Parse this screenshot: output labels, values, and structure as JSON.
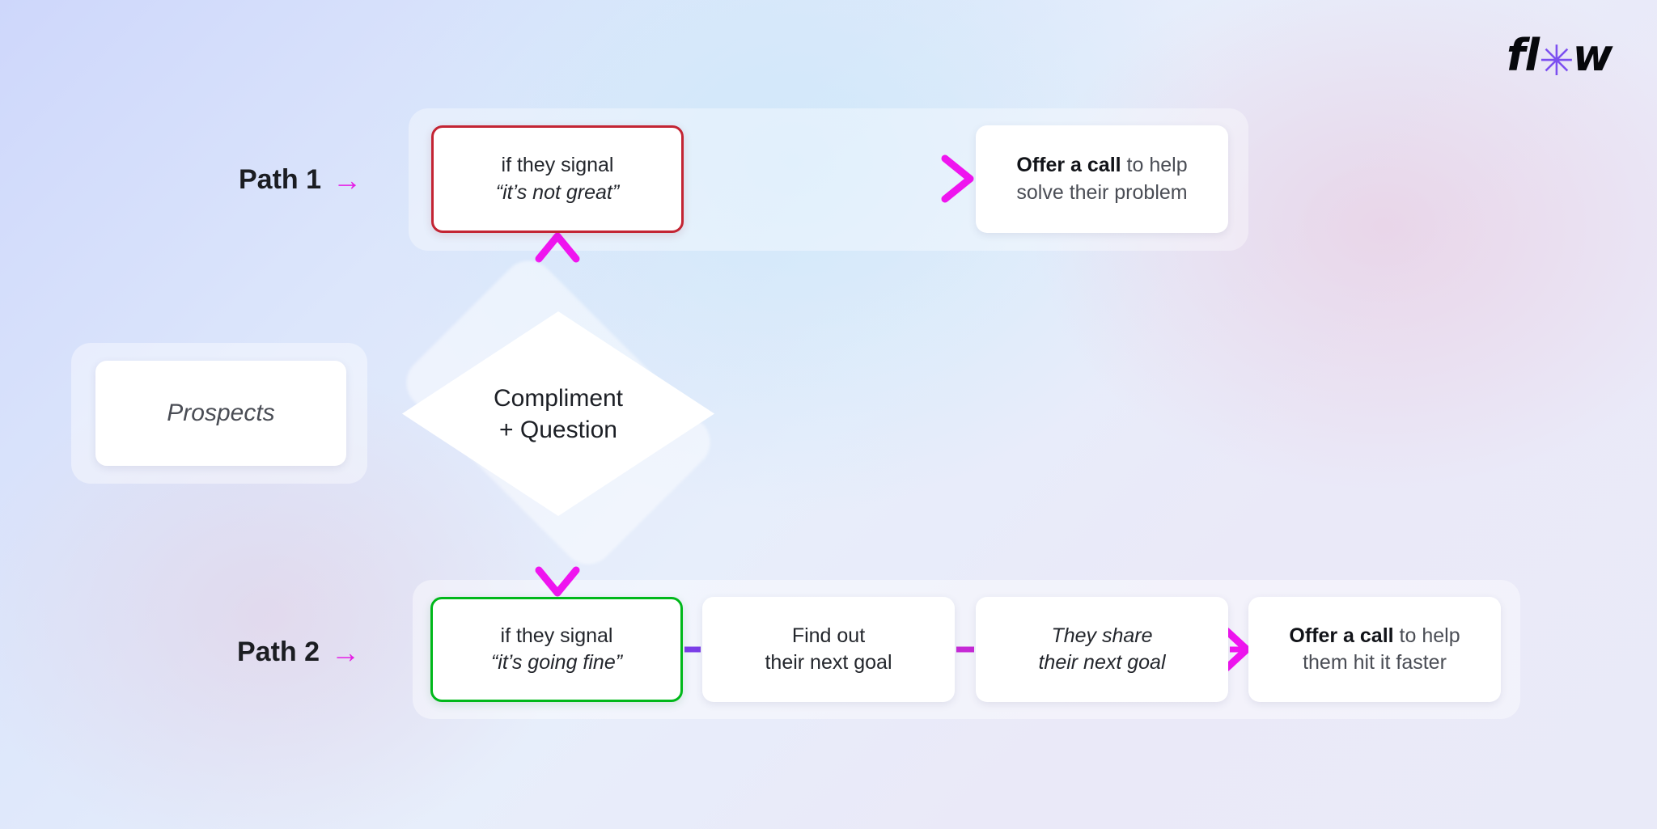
{
  "brand": {
    "logo_prefix": "fl",
    "logo_star": "✳",
    "logo_suffix": "w",
    "accent_purple": "#7c4ff0",
    "accent_magenta": "#e520e5",
    "outline_red": "#c32433",
    "outline_green": "#00b81a"
  },
  "paths": {
    "path1": {
      "label": "Path 1",
      "arrow": "→"
    },
    "path2": {
      "label": "Path 2",
      "arrow": "→"
    }
  },
  "prospects": {
    "label": "Prospects"
  },
  "decision": {
    "line1": "Compliment",
    "line2": "+ Question"
  },
  "path1_nodes": {
    "signal_bad": {
      "line1": "if they signal",
      "line2": "“it’s not great”"
    },
    "offer_call": {
      "line1_strong": "Offer a call",
      "line1_rest": " to help",
      "line2": "solve their problem"
    }
  },
  "path2_nodes": {
    "signal_good": {
      "line1": "if they signal",
      "line2": "“it’s going fine”"
    },
    "find_goal": {
      "line1": "Find out",
      "line2": "their next goal"
    },
    "they_share": {
      "line1": "They share",
      "line2": "their next goal"
    },
    "offer_call": {
      "line1_strong": "Offer a call",
      "line1_rest": " to help",
      "line2": "them hit it faster"
    }
  }
}
